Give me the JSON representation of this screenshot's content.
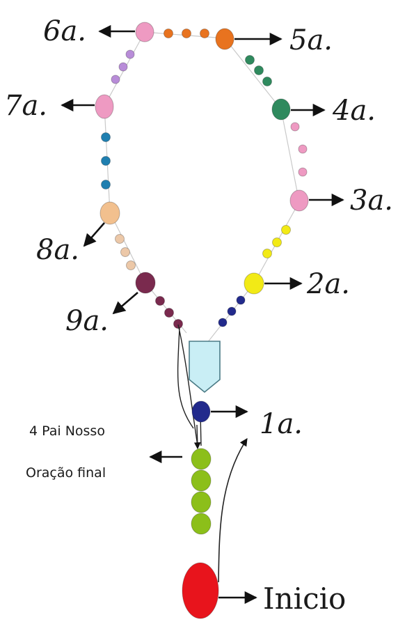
{
  "title": "",
  "labels": {
    "inicio": "Inicio",
    "m1": "1a.",
    "m2": "2a.",
    "m3": "3a.",
    "m4": "4a.",
    "m5": "5a.",
    "m6": "6a.",
    "m7": "7a.",
    "m8": "8a.",
    "m9": "9a.",
    "pai_nosso": "4 Pai Nosso",
    "oracao_final": "Oração final"
  },
  "colors": {
    "start": "#e8141c",
    "green_large": "#8cbf1a",
    "navy": "#222a8c",
    "cross": "#c9eef5",
    "yellow": "#f2ea16",
    "pink": "#ee9ac2",
    "teal_green": "#2f8a5e",
    "orange": "#e8731f",
    "blue": "#1f7fb0",
    "peach": "#f2c08e",
    "tan": "#ecc8a8",
    "maroon": "#7a2a4e",
    "lavender": "#b88cd8",
    "olive": "#7a6a1a",
    "arrow": "#111111"
  }
}
